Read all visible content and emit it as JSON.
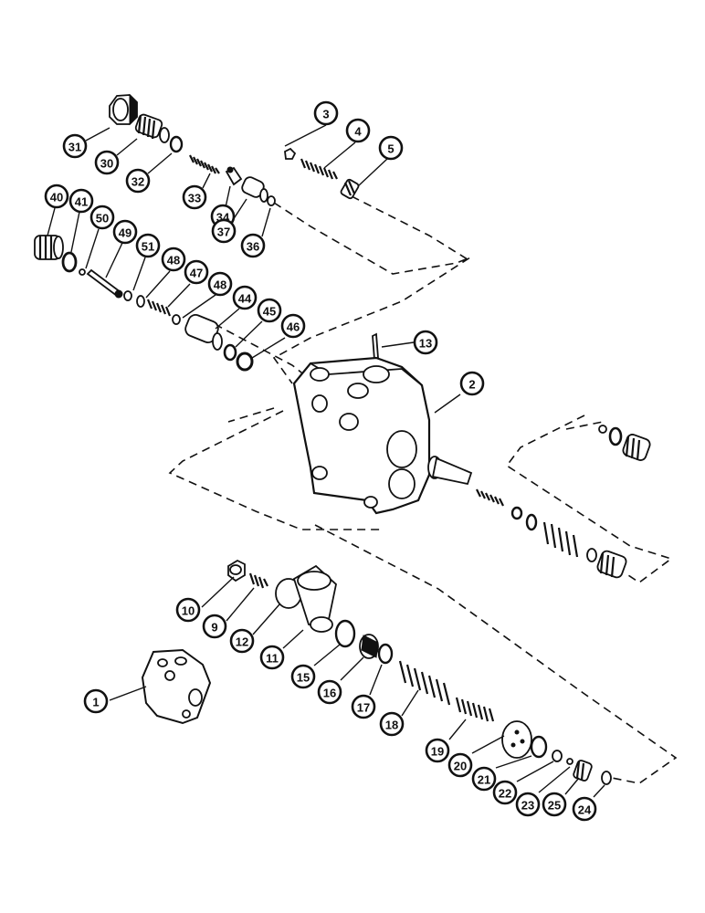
{
  "callouts": [
    {
      "id": "c1",
      "label": "1"
    },
    {
      "id": "c2",
      "label": "2"
    },
    {
      "id": "c3",
      "label": "3"
    },
    {
      "id": "c4",
      "label": "4"
    },
    {
      "id": "c5",
      "label": "5"
    },
    {
      "id": "c9",
      "label": "9"
    },
    {
      "id": "c10",
      "label": "10"
    },
    {
      "id": "c11",
      "label": "11"
    },
    {
      "id": "c12",
      "label": "12"
    },
    {
      "id": "c13",
      "label": "13"
    },
    {
      "id": "c15",
      "label": "15"
    },
    {
      "id": "c16",
      "label": "16"
    },
    {
      "id": "c17",
      "label": "17"
    },
    {
      "id": "c18",
      "label": "18"
    },
    {
      "id": "c19",
      "label": "19"
    },
    {
      "id": "c20",
      "label": "20"
    },
    {
      "id": "c21",
      "label": "21"
    },
    {
      "id": "c22",
      "label": "22"
    },
    {
      "id": "c23",
      "label": "23"
    },
    {
      "id": "c24",
      "label": "24"
    },
    {
      "id": "c25",
      "label": "25"
    },
    {
      "id": "c30",
      "label": "30"
    },
    {
      "id": "c31",
      "label": "31"
    },
    {
      "id": "c32",
      "label": "32"
    },
    {
      "id": "c33",
      "label": "33"
    },
    {
      "id": "c34",
      "label": "34"
    },
    {
      "id": "c36",
      "label": "36"
    },
    {
      "id": "c37",
      "label": "37"
    },
    {
      "id": "c40",
      "label": "40"
    },
    {
      "id": "c41",
      "label": "41"
    },
    {
      "id": "c44",
      "label": "44"
    },
    {
      "id": "c45",
      "label": "45"
    },
    {
      "id": "c46",
      "label": "46"
    },
    {
      "id": "c47",
      "label": "47"
    },
    {
      "id": "c48a",
      "label": "48"
    },
    {
      "id": "c48b",
      "label": "48"
    },
    {
      "id": "c49",
      "label": "49"
    },
    {
      "id": "c50",
      "label": "50"
    },
    {
      "id": "c51",
      "label": "51"
    }
  ]
}
